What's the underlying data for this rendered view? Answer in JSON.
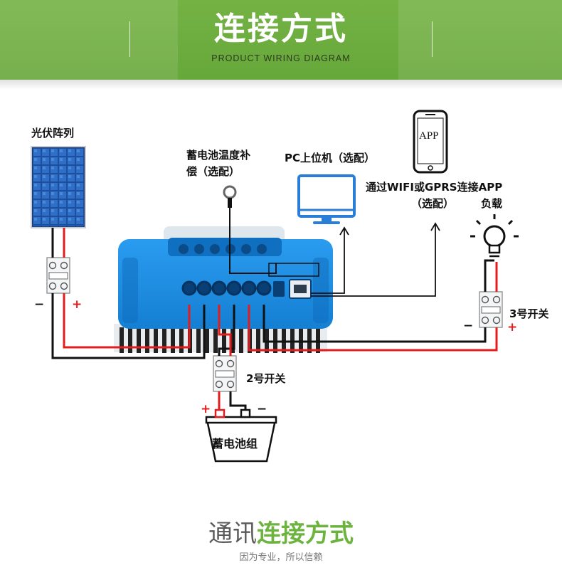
{
  "header": {
    "title": "连接方式",
    "subtitle": "PRODUCT WIRING DIAGRAM"
  },
  "labels": {
    "solar_array": "光伏阵列",
    "temp_comp_line1": "蓄电池温度补",
    "temp_comp_line2": "偿（选配）",
    "pc_host": "PC上位机（选配）",
    "app_icon": "APP",
    "wifi_line1": "通过WIFI或GPRS连接APP",
    "wifi_line2": "（选配）",
    "load": "负载",
    "switch_3": "3号开关",
    "switch_2": "2号开关",
    "battery": "蓄电池组"
  },
  "polarity": {
    "plus": "+",
    "minus": "−"
  },
  "footer": {
    "title_a": "通讯",
    "title_b": "连接方式",
    "subtitle": "因为专业，所以信赖"
  },
  "colors": {
    "banner_green": "#6aab3c",
    "controller_blue": "#1c8fe0",
    "wire_red": "#e31d1d",
    "wire_black": "#111111"
  }
}
